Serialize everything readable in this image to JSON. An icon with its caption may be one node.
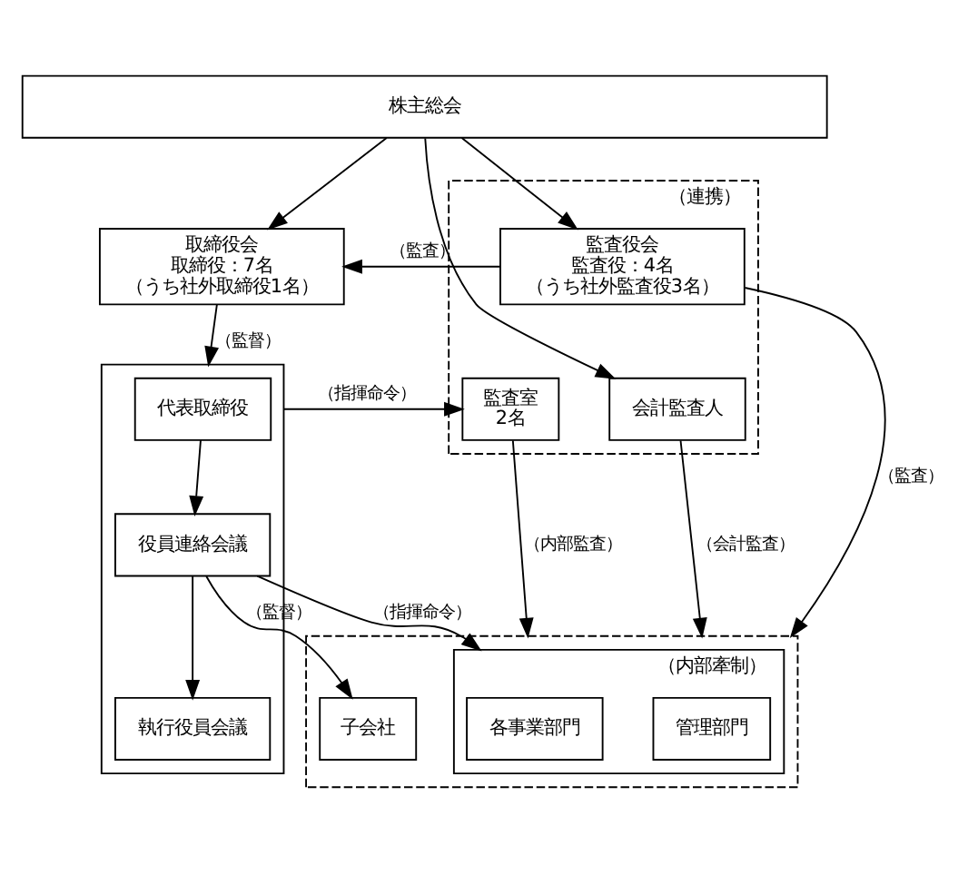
{
  "diagram": {
    "nodes": [
      {
        "text": [
          "株主総会"
        ]
      },
      {
        "text": [
          "取締役会",
          "取締役：7名",
          "（うち社外取締役1名）"
        ]
      },
      {
        "text": [
          "（連携）"
        ]
      },
      {
        "text": [
          "監査役会",
          "監査役：4名",
          "（うち社外監査役3名）"
        ],
        "in": 2
      },
      {
        "text": [
          "監査室",
          "2名"
        ],
        "in": 2
      },
      {
        "text": [
          "会計監査人"
        ],
        "in": 2
      },
      {
        "text": [],
        "shape": "box"
      },
      {
        "text": [
          "代表取締役"
        ],
        "in": 6
      },
      {
        "text": [
          "役員連絡会議"
        ],
        "in": 6
      },
      {
        "text": [
          "執行役員会議"
        ],
        "in": 6
      },
      {
        "text": [],
        "shape": "box"
      },
      {
        "text": [
          "子会社"
        ],
        "in": 10
      },
      {
        "text": [
          "（内部牽制）"
        ],
        "in": 10
      },
      {
        "text": [
          "各事業部門"
        ],
        "in": 12
      },
      {
        "text": [
          "管理部門"
        ],
        "in": 12
      }
    ],
    "edges": [
      {
        "from": 0,
        "to": 1,
        "arrow": "to"
      },
      {
        "from": 0,
        "to": 3,
        "arrow": "to"
      },
      {
        "from": 0,
        "to": 5,
        "arrow": "to"
      },
      {
        "from": 3,
        "to": 1,
        "arrow": "to",
        "label": "（監査）"
      },
      {
        "from": 1,
        "to": 6,
        "arrow": "to",
        "label": "（監督）"
      },
      {
        "from": 6,
        "to": 4,
        "arrow": "to",
        "label": "（指揮命令）"
      },
      {
        "from": 7,
        "to": 8,
        "arrow": "to"
      },
      {
        "from": 8,
        "to": 9,
        "arrow": "to"
      },
      {
        "from": 8,
        "to": 11,
        "arrow": "to",
        "label": "（監督）"
      },
      {
        "from": 8,
        "to": 12,
        "arrow": "to",
        "label": "（指揮命令）"
      },
      {
        "from": 4,
        "to": 10,
        "arrow": "to",
        "label": "（内部監査）"
      },
      {
        "from": 3,
        "to": 10,
        "arrow": "to",
        "label": "（監査）"
      },
      {
        "from": 5,
        "to": 10,
        "arrow": "to",
        "label": "（会計監査）"
      }
    ]
  }
}
